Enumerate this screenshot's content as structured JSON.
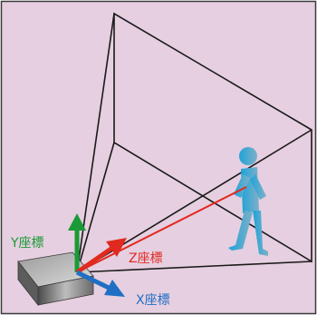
{
  "colors": {
    "background": "#e6cfe0",
    "border": "#3a3a3a",
    "frustum": "#1a1a1a",
    "axis_x": "#1f6fc4",
    "axis_y": "#1a9a36",
    "axis_z": "#e02a1f",
    "ray": "#e02a1f",
    "person": "#2aa7d6",
    "sensor": "#777777"
  },
  "labels": {
    "y_axis": "Y座標",
    "z_axis": "Z座標",
    "x_axis": "X座標"
  },
  "icons": {
    "sensor": "depth-camera-icon",
    "person": "walking-person-icon"
  }
}
